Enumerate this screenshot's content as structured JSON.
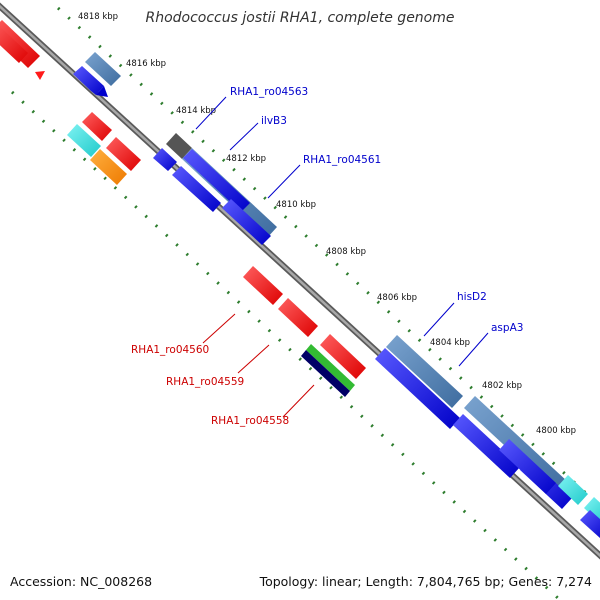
{
  "title": "Rhodococcus jostii RHA1, complete genome",
  "footer": {
    "accession": "Accession: NC_008268",
    "summary": "Topology: linear; Length: 7,804,765 bp; Genes: 7,274"
  },
  "kbp_ticks": [
    "4818 kbp",
    "4816 kbp",
    "4814 kbp",
    "4812 kbp",
    "4810 kbp",
    "4808 kbp",
    "4806 kbp",
    "4804 kbp",
    "4802 kbp",
    "4800 kbp"
  ],
  "gene_labels": [
    {
      "text": "RHA1_ro04563",
      "color": "#0000cc"
    },
    {
      "text": "ilvB3",
      "color": "#0000cc"
    },
    {
      "text": "RHA1_ro04561",
      "color": "#0000cc"
    },
    {
      "text": "hisD2",
      "color": "#0000cc"
    },
    {
      "text": "aspA3",
      "color": "#0000cc"
    },
    {
      "text": "RHA1_ro04560",
      "color": "#cc0000"
    },
    {
      "text": "RHA1_ro04559",
      "color": "#cc0000"
    },
    {
      "text": "RHA1_ro04558",
      "color": "#cc0000"
    }
  ],
  "colors": {
    "backbone": "#808080",
    "forward_gene": "#1a1aee",
    "reverse_gene": "#ff2020",
    "cds_bar": "#4f7fb5",
    "tick_dots": "#2e7d2e",
    "cyan": "#33dddd",
    "orange": "#ff8c00",
    "green": "#33bb33",
    "navy": "#000066",
    "dark_gray": "#555555"
  }
}
